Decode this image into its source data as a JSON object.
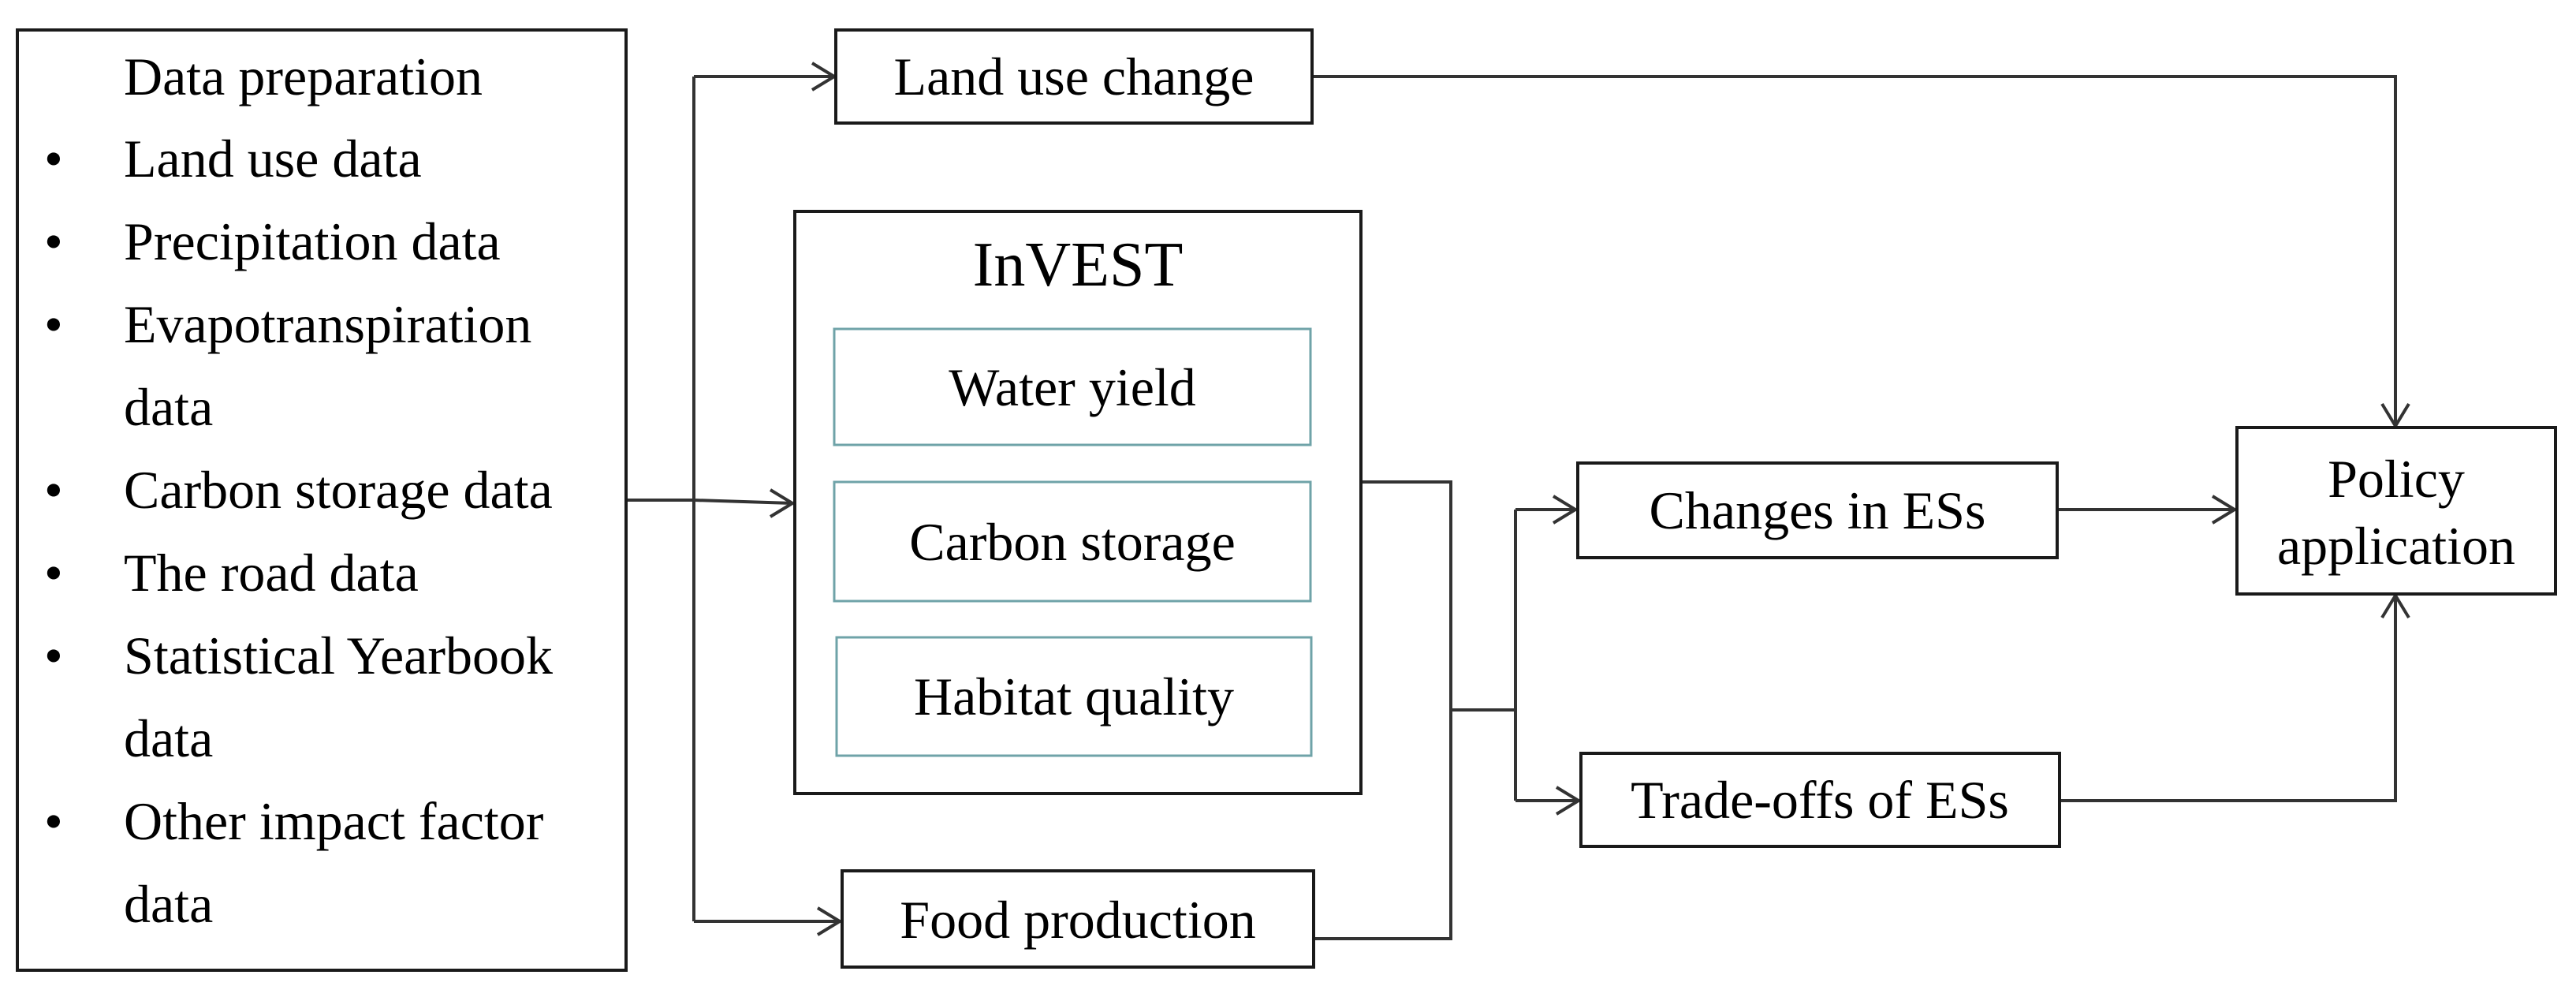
{
  "data_preparation": {
    "title": "Data preparation",
    "bullet": "•",
    "items": [
      {
        "lines": [
          "Land use data"
        ]
      },
      {
        "lines": [
          "Precipitation data"
        ]
      },
      {
        "lines": [
          "Evapotranspiration",
          "data"
        ]
      },
      {
        "lines": [
          "Carbon storage data"
        ]
      },
      {
        "lines": [
          "The road data"
        ]
      },
      {
        "lines": [
          "Statistical Yearbook",
          "data"
        ]
      },
      {
        "lines": [
          "Other impact factor",
          "data"
        ]
      }
    ]
  },
  "land_use_change": "Land use change",
  "invest": {
    "title": "InVEST",
    "modules": [
      "Water yield",
      "Carbon storage",
      "Habitat quality"
    ]
  },
  "food_production": "Food production",
  "changes_in_ess": "Changes in ESs",
  "tradeoffs_of_ess": "Trade-offs of ESs",
  "policy_application": {
    "lines": [
      "Policy",
      "application"
    ]
  },
  "colors": {
    "box_stroke": "#1a1a1a",
    "module_stroke": "#6fa3a8",
    "connector": "#333333"
  }
}
